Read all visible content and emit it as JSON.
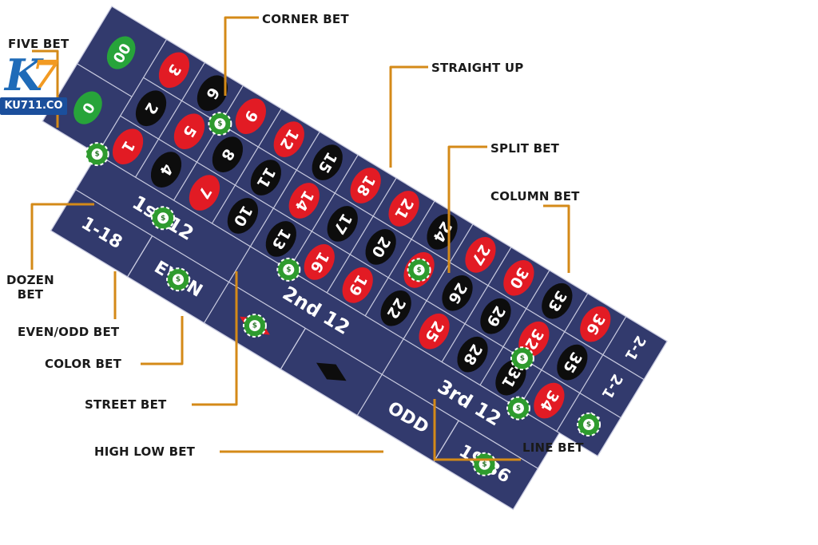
{
  "table": {
    "colors": {
      "felt": "#323a6d",
      "gridline": "#c9cbe0",
      "red": "#e21b24",
      "black": "#0d0d0d",
      "green": "#27a43a",
      "text": "#ffffff",
      "chip": "#2e9b2e",
      "chip_inner": "#ffffff",
      "callout": "#d48a18"
    },
    "zeros": [
      "00",
      "0"
    ],
    "numbers": [
      {
        "n": "1",
        "c": "red"
      },
      {
        "n": "2",
        "c": "black"
      },
      {
        "n": "3",
        "c": "red"
      },
      {
        "n": "4",
        "c": "black"
      },
      {
        "n": "5",
        "c": "red"
      },
      {
        "n": "6",
        "c": "black"
      },
      {
        "n": "7",
        "c": "red"
      },
      {
        "n": "8",
        "c": "black"
      },
      {
        "n": "9",
        "c": "red"
      },
      {
        "n": "10",
        "c": "black"
      },
      {
        "n": "11",
        "c": "black"
      },
      {
        "n": "12",
        "c": "red"
      },
      {
        "n": "13",
        "c": "black"
      },
      {
        "n": "14",
        "c": "red"
      },
      {
        "n": "15",
        "c": "black"
      },
      {
        "n": "16",
        "c": "red"
      },
      {
        "n": "17",
        "c": "black"
      },
      {
        "n": "18",
        "c": "red"
      },
      {
        "n": "19",
        "c": "red"
      },
      {
        "n": "20",
        "c": "black"
      },
      {
        "n": "21",
        "c": "red"
      },
      {
        "n": "22",
        "c": "black"
      },
      {
        "n": "23",
        "c": "red"
      },
      {
        "n": "24",
        "c": "black"
      },
      {
        "n": "25",
        "c": "red"
      },
      {
        "n": "26",
        "c": "black"
      },
      {
        "n": "27",
        "c": "red"
      },
      {
        "n": "28",
        "c": "black"
      },
      {
        "n": "29",
        "c": "black"
      },
      {
        "n": "30",
        "c": "red"
      },
      {
        "n": "31",
        "c": "black"
      },
      {
        "n": "32",
        "c": "red"
      },
      {
        "n": "33",
        "c": "black"
      },
      {
        "n": "34",
        "c": "red"
      },
      {
        "n": "35",
        "c": "black"
      },
      {
        "n": "36",
        "c": "red"
      }
    ],
    "column_labels": [
      "2-1",
      "2-1",
      "2-1"
    ],
    "dozens": [
      "1st 12",
      "2nd 12",
      "3rd 12"
    ],
    "outside": [
      "1-18",
      "EVEN",
      "RED",
      "BLACK",
      "ODD",
      "19-36"
    ],
    "chip_symbol": "$"
  },
  "labels": {
    "five_bet": "FIVE BET",
    "corner_bet": "CORNER BET",
    "straight_up": "STRAIGHT UP",
    "split_bet": "SPLIT BET",
    "column_bet": "COLUMN BET",
    "dozen_bet_line1": "DOZEN",
    "dozen_bet_line2": "BET",
    "even_odd_bet": "EVEN/ODD BET",
    "color_bet": "COLOR BET",
    "street_bet": "STREET BET",
    "high_low_bet": "HIGH LOW BET",
    "line_bet": "LINE BET"
  },
  "logo": {
    "letter_k": "K",
    "digit_7": "7",
    "site": "KU711.CO",
    "color_k": "#1f6bb8",
    "color_7": "#f29a22",
    "color_bar": "#1b4f9c"
  }
}
